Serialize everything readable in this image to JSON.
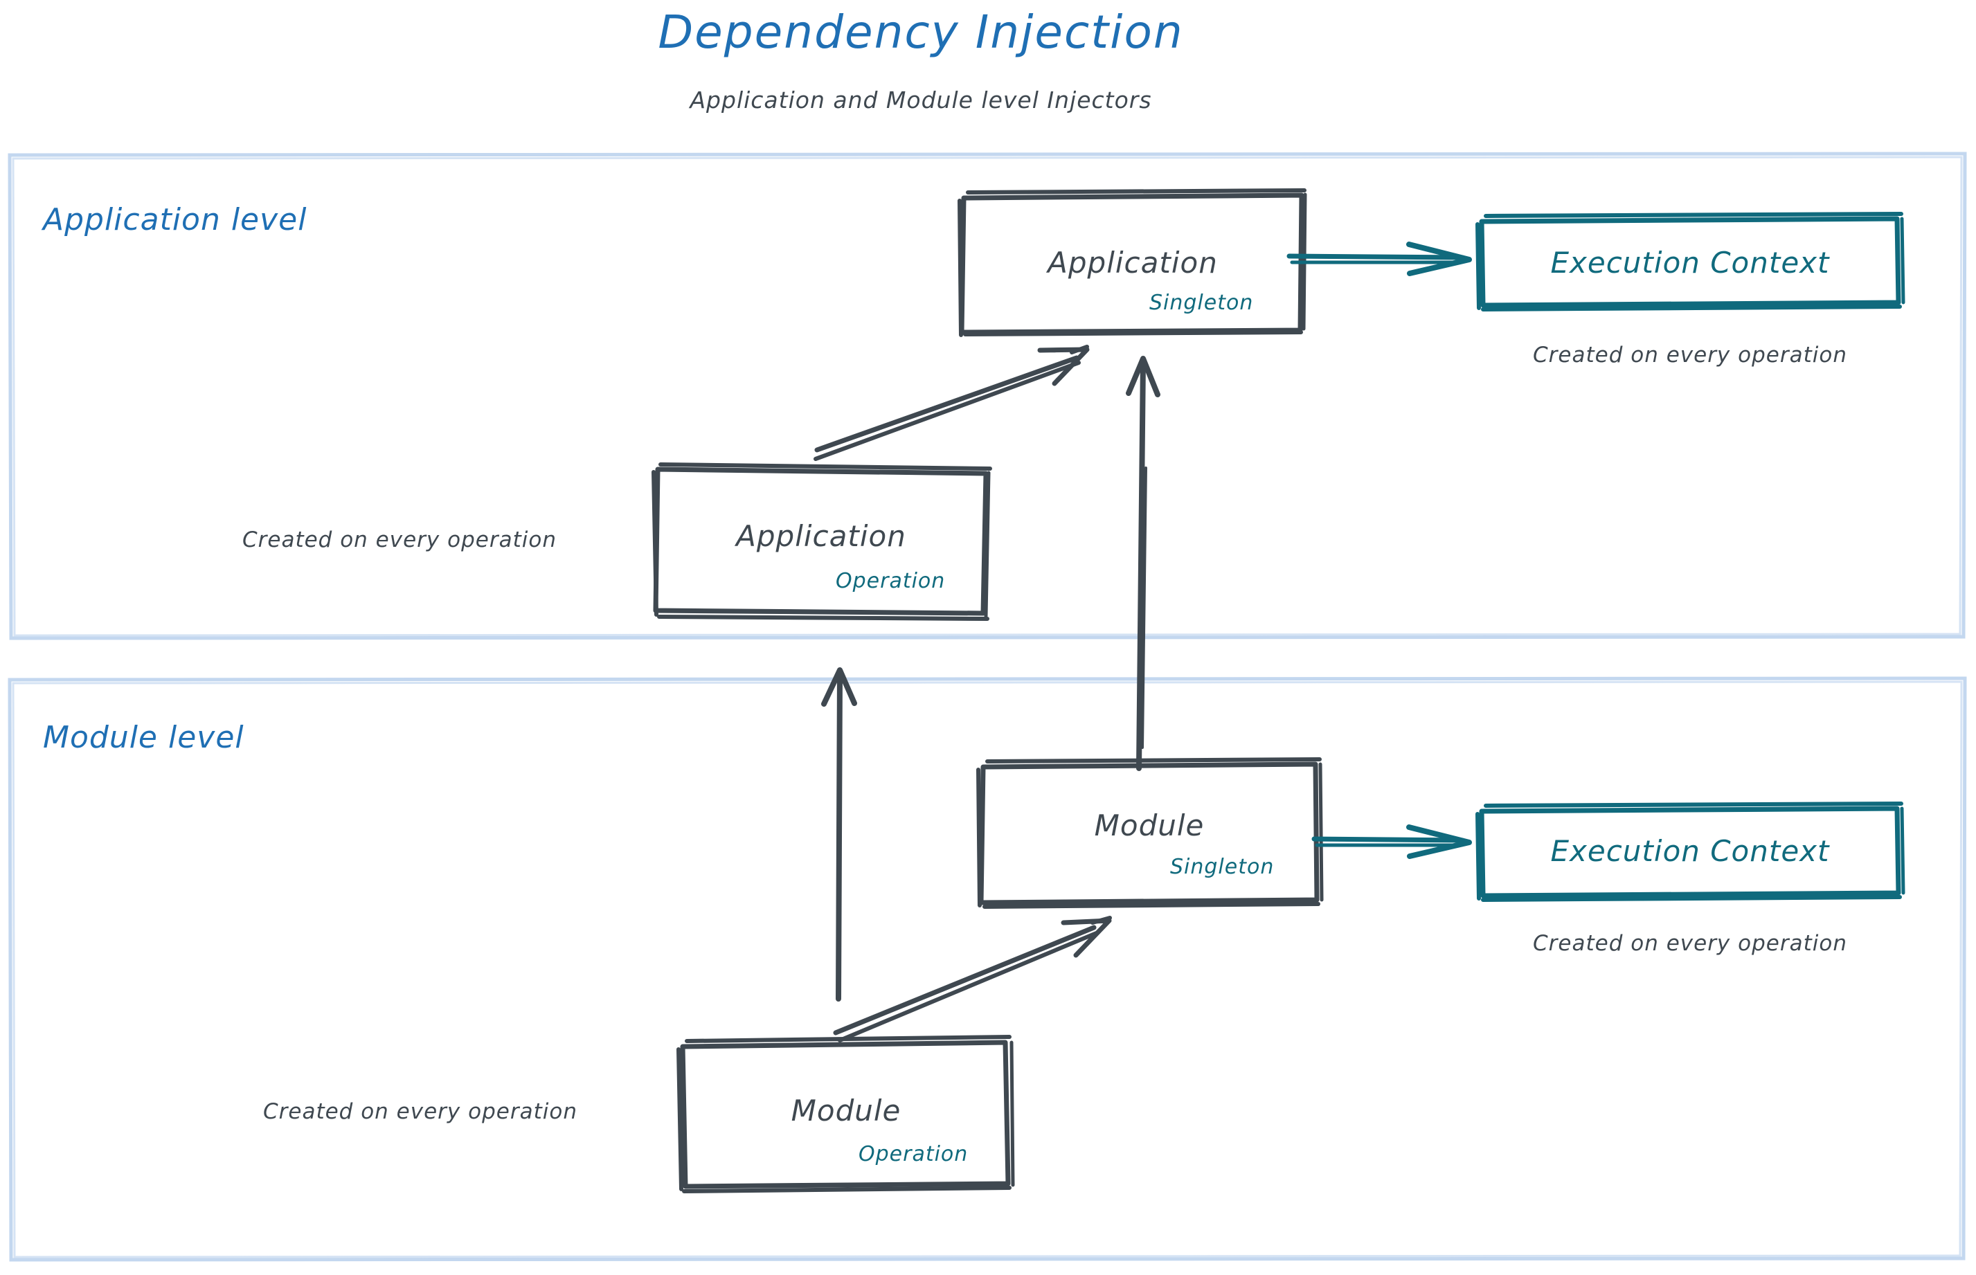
{
  "header": {
    "title": "Dependency Injection",
    "subtitle": "Application and Module level Injectors",
    "title_color": "#1f6fb4",
    "subtitle_color": "#3f4850"
  },
  "colors": {
    "panel_border": "#c3d7ef",
    "sketch_dark": "#3f4850",
    "teal": "#106a7d",
    "blue": "#1f6fb4",
    "background": "#ffffff"
  },
  "panels": [
    {
      "id": "application-level",
      "label": "Application level",
      "boxes": [
        {
          "id": "application-singleton",
          "title": "Application",
          "scope": "Singleton",
          "style": "dark"
        },
        {
          "id": "application-operation",
          "title": "Application",
          "scope": "Operation",
          "style": "dark"
        },
        {
          "id": "execution-context-application",
          "title": "Execution Context",
          "scope": "",
          "style": "teal"
        }
      ],
      "captions": [
        {
          "id": "caption-exec-context-app",
          "text": "Created on every operation"
        },
        {
          "id": "caption-application-operation",
          "text": "Created on every operation"
        }
      ]
    },
    {
      "id": "module-level",
      "label": "Module level",
      "boxes": [
        {
          "id": "module-singleton",
          "title": "Module",
          "scope": "Singleton",
          "style": "dark"
        },
        {
          "id": "module-operation",
          "title": "Module",
          "scope": "Operation",
          "style": "dark"
        },
        {
          "id": "execution-context-module",
          "title": "Execution Context",
          "scope": "",
          "style": "teal"
        }
      ],
      "captions": [
        {
          "id": "caption-exec-context-module",
          "text": "Created on every operation"
        },
        {
          "id": "caption-module-operation",
          "text": "Created on every operation"
        }
      ]
    }
  ],
  "arrows": [
    {
      "id": "app-operation-to-app-singleton",
      "color": "#3f4850",
      "kind": "diagonal"
    },
    {
      "id": "app-singleton-to-exec-context",
      "color": "#106a7d",
      "kind": "horizontal"
    },
    {
      "id": "module-singleton-to-app-singleton",
      "color": "#3f4850",
      "kind": "vertical-long"
    },
    {
      "id": "module-operation-to-app-panel",
      "color": "#3f4850",
      "kind": "vertical"
    },
    {
      "id": "module-operation-to-module-singleton",
      "color": "#3f4850",
      "kind": "diagonal"
    },
    {
      "id": "module-singleton-to-exec-context",
      "color": "#106a7d",
      "kind": "horizontal"
    }
  ]
}
